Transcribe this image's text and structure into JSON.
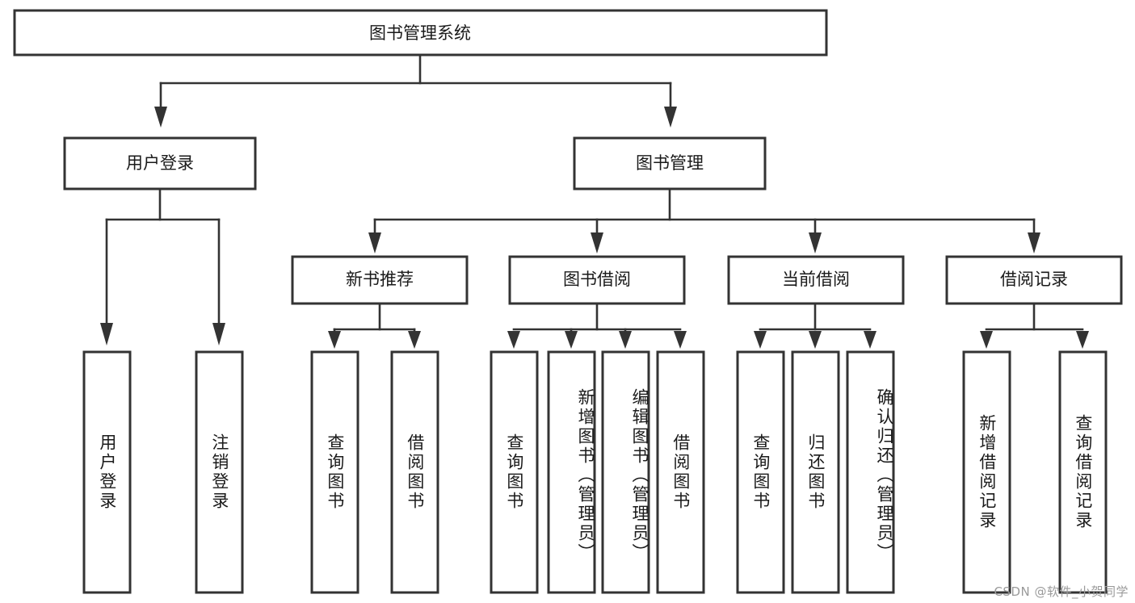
{
  "diagram": {
    "title": "图书管理系统",
    "watermark": "CSDN @软件_小贺同学",
    "colors": {
      "stroke": "#333333",
      "fill": "#ffffff",
      "text": "#1a1a1a",
      "watermark": "#9a9a9a"
    },
    "root": {
      "id": "root",
      "label": "图书管理系统"
    },
    "level1": [
      {
        "id": "user-login",
        "label": "用户登录"
      },
      {
        "id": "book-management",
        "label": "图书管理"
      }
    ],
    "level2": [
      {
        "id": "new-book-recommend",
        "label": "新书推荐",
        "parent": "book-management"
      },
      {
        "id": "book-borrow",
        "label": "图书借阅",
        "parent": "book-management"
      },
      {
        "id": "current-borrow",
        "label": "当前借阅",
        "parent": "book-management"
      },
      {
        "id": "borrow-record",
        "label": "借阅记录",
        "parent": "book-management"
      }
    ],
    "leaves": [
      {
        "id": "leaf-user-login",
        "label": "用户登录",
        "parent": "user-login"
      },
      {
        "id": "leaf-logout-login",
        "label": "注销登录",
        "parent": "user-login"
      },
      {
        "id": "leaf-query-book-1",
        "label": "查询图书",
        "parent": "new-book-recommend"
      },
      {
        "id": "leaf-borrow-book-1",
        "label": "借阅图书",
        "parent": "new-book-recommend"
      },
      {
        "id": "leaf-query-book-2",
        "label": "查询图书",
        "parent": "book-borrow"
      },
      {
        "id": "leaf-add-book",
        "label": "新增图书（管理员）",
        "parent": "book-borrow"
      },
      {
        "id": "leaf-edit-book",
        "label": "编辑图书（管理员）",
        "parent": "book-borrow"
      },
      {
        "id": "leaf-borrow-book-2",
        "label": "借阅图书",
        "parent": "book-borrow"
      },
      {
        "id": "leaf-query-book-3",
        "label": "查询图书",
        "parent": "current-borrow"
      },
      {
        "id": "leaf-return-book",
        "label": "归还图书",
        "parent": "current-borrow"
      },
      {
        "id": "leaf-confirm-return",
        "label": "确认归还（管理员）",
        "parent": "current-borrow"
      },
      {
        "id": "leaf-add-record",
        "label": "新增借阅记录",
        "parent": "borrow-record"
      },
      {
        "id": "leaf-query-record",
        "label": "查询借阅记录",
        "parent": "borrow-record"
      }
    ]
  }
}
